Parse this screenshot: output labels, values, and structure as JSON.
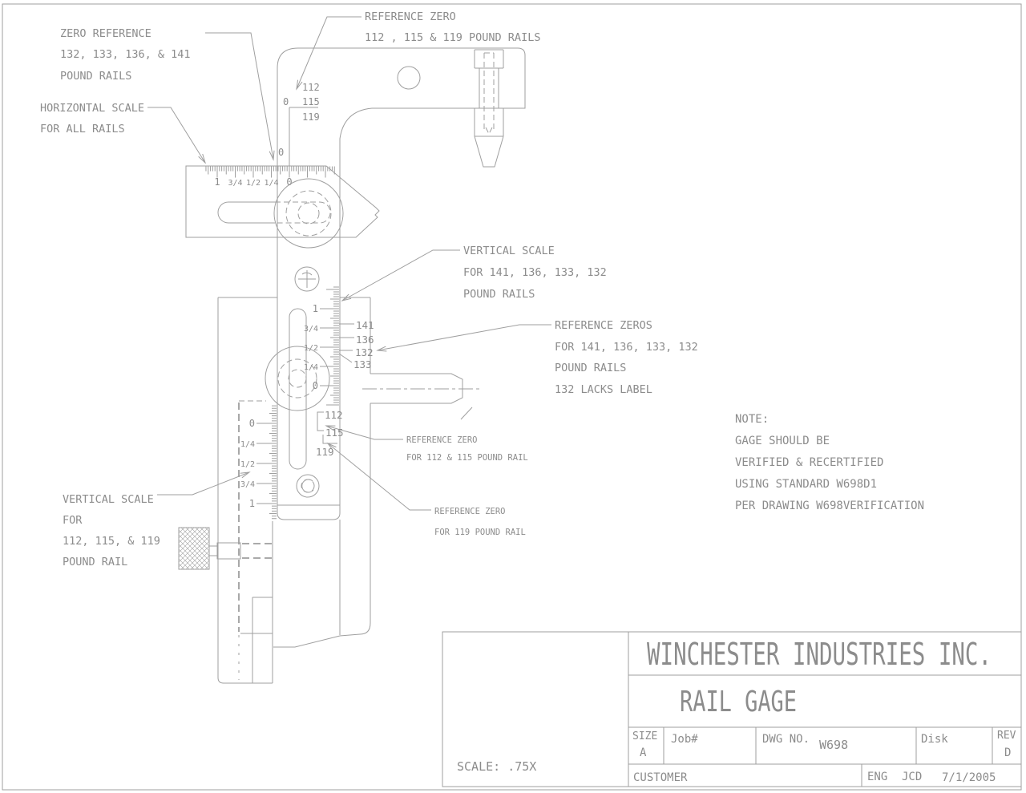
{
  "colors": {
    "line": "#9f9f9f",
    "text": "#8c8c8c",
    "background": "#ffffff"
  },
  "callouts": {
    "zero_reference": {
      "line1": "ZERO REFERENCE",
      "line2": "132, 133, 136, & 141",
      "line3": "POUND RAILS"
    },
    "reference_zero_top": {
      "line1": "REFERENCE ZERO",
      "line2": "112 , 115 & 119  POUND RAILS"
    },
    "horizontal_scale": {
      "line1": "HORIZONTAL SCALE",
      "line2": "FOR ALL RAILS"
    },
    "vertical_scale_upper": {
      "line1": "VERTICAL SCALE",
      "line2": "FOR 141, 136, 133, 132",
      "line3": "POUND RAILS"
    },
    "reference_zeros": {
      "line1": "REFERENCE ZEROS",
      "line2": "FOR 141, 136, 133, 132",
      "line3": "POUND RAILS",
      "line4": "132 LACKS LABEL"
    },
    "reference_zero_112_115": {
      "line1": "REFERENCE ZERO",
      "line2": "FOR 112 & 115 POUND RAIL"
    },
    "reference_zero_119": {
      "line1": "REFERENCE ZERO",
      "line2": "FOR 119 POUND RAIL"
    },
    "vertical_scale_lower": {
      "line1": "VERTICAL SCALE",
      "line2": "FOR",
      "line3": "112, 115, & 119",
      "line4": "POUND RAIL"
    }
  },
  "note": {
    "line1": "NOTE:",
    "line2": "GAGE SHOULD BE",
    "line3": "VERIFIED & RECERTIFIED",
    "line4": "USING STANDARD W698D1",
    "line5": "PER DRAWING W698VERIFICATION"
  },
  "scale_note": "SCALE: .75X",
  "gage_marks": {
    "top": {
      "zero": "0",
      "r112": "112",
      "r115": "115",
      "r119": "119"
    },
    "horizontal_zero": "0",
    "horizontal_labels": [
      "1",
      "3/4",
      "1/2",
      "1/4",
      "0"
    ],
    "vertical_upper_labels": [
      "1",
      "3/4",
      "1/2",
      "1/4",
      "0"
    ],
    "rail_marks": [
      "141",
      "136",
      "132",
      "133"
    ],
    "mid": {
      "r112": "112",
      "r115": "115",
      "r119": "119"
    },
    "vertical_lower_labels": [
      "0",
      "1/4",
      "1/2",
      "3/4",
      "1"
    ]
  },
  "title_block": {
    "company": "WINCHESTER INDUSTRIES INC.",
    "drawing_title": "RAIL GAGE",
    "size_label": "SIZE",
    "size_value": "A",
    "job_label": "Job#",
    "dwg_no_label": "DWG NO.",
    "dwg_no_value": "W698",
    "disk_label": "Disk",
    "rev_label": "REV",
    "rev_value": "D",
    "customer_label": "CUSTOMER",
    "eng_label": "ENG",
    "eng_value": "JCD",
    "eng_date": "7/1/2005"
  }
}
